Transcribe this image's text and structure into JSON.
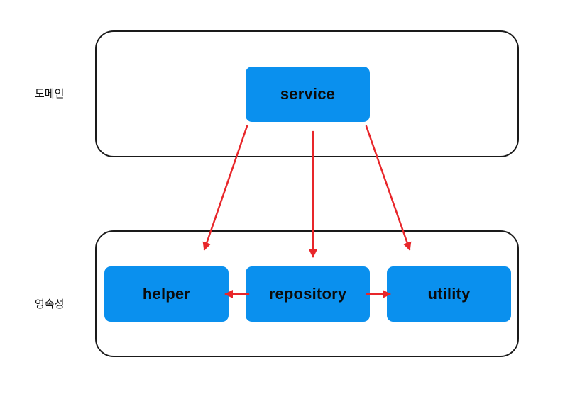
{
  "layers": {
    "domain": {
      "label": "도메인"
    },
    "persistence": {
      "label": "영속성"
    }
  },
  "nodes": {
    "service": "service",
    "helper": "helper",
    "repository": "repository",
    "utility": "utility"
  },
  "edges": [
    {
      "from": "service",
      "to": "helper"
    },
    {
      "from": "service",
      "to": "repository"
    },
    {
      "from": "service",
      "to": "utility"
    },
    {
      "from": "repository",
      "to": "helper"
    },
    {
      "from": "repository",
      "to": "utility"
    }
  ],
  "colors": {
    "node_fill": "#0a90ee",
    "arrow": "#e8262a",
    "container_border": "#1a1a1a"
  }
}
